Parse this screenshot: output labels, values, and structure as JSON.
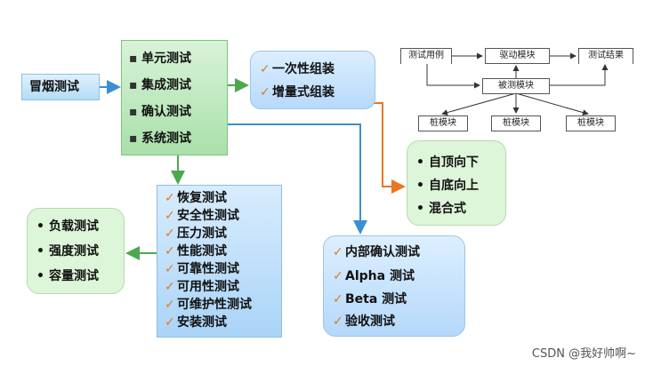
{
  "root": {
    "label": "冒烟测试"
  },
  "main_levels": {
    "items": [
      {
        "bullet": "▪",
        "label": "单元测试"
      },
      {
        "bullet": "▪",
        "label": "集成测试"
      },
      {
        "bullet": "▪",
        "label": "确认测试"
      },
      {
        "bullet": "▪",
        "label": "系统测试"
      }
    ]
  },
  "integration": {
    "items": [
      {
        "bullet": "✓",
        "label": "一次性组装"
      },
      {
        "bullet": "✓",
        "label": "增量式组装"
      }
    ]
  },
  "strategies": {
    "items": [
      {
        "bullet": "•",
        "label": "自顶向下"
      },
      {
        "bullet": "•",
        "label": "自底向上"
      },
      {
        "bullet": "•",
        "label": "混合式"
      }
    ]
  },
  "system_tests": {
    "items": [
      {
        "bullet": "✓",
        "label": "恢复测试"
      },
      {
        "bullet": "✓",
        "label": "安全性测试"
      },
      {
        "bullet": "✓",
        "label": "压力测试"
      },
      {
        "bullet": "✓",
        "label": "性能测试"
      },
      {
        "bullet": "✓",
        "label": "可靠性测试"
      },
      {
        "bullet": "✓",
        "label": "可用性测试"
      },
      {
        "bullet": "✓",
        "label": "可维护性测试"
      },
      {
        "bullet": "✓",
        "label": "安装测试"
      }
    ]
  },
  "performance": {
    "items": [
      {
        "bullet": "•",
        "label": "负载测试"
      },
      {
        "bullet": "•",
        "label": "强度测试"
      },
      {
        "bullet": "•",
        "label": "容量测试"
      }
    ]
  },
  "acceptance": {
    "items": [
      {
        "bullet": "✓",
        "label": "内部确认测试"
      },
      {
        "bullet": "✓",
        "label": "Alpha 测试"
      },
      {
        "bullet": "✓",
        "label": "Beta 测试"
      },
      {
        "bullet": "✓",
        "label": "验收测试"
      }
    ]
  },
  "driver_diagram": {
    "test_case": "测试用例",
    "driver": "驱动模块",
    "test_result": "测试结果",
    "under_test": "被测模块",
    "stub_left": "桩模块",
    "stub_middle": "桩模块",
    "stub_right": "桩模块"
  },
  "watermark": "CSDN @我好帅啊~",
  "colors": {
    "blue_arrow": "#3b8fd4",
    "green_arrow": "#4ea64e",
    "orange_arrow": "#e87722",
    "check": "#e07b1f",
    "bullet": "#333333"
  }
}
